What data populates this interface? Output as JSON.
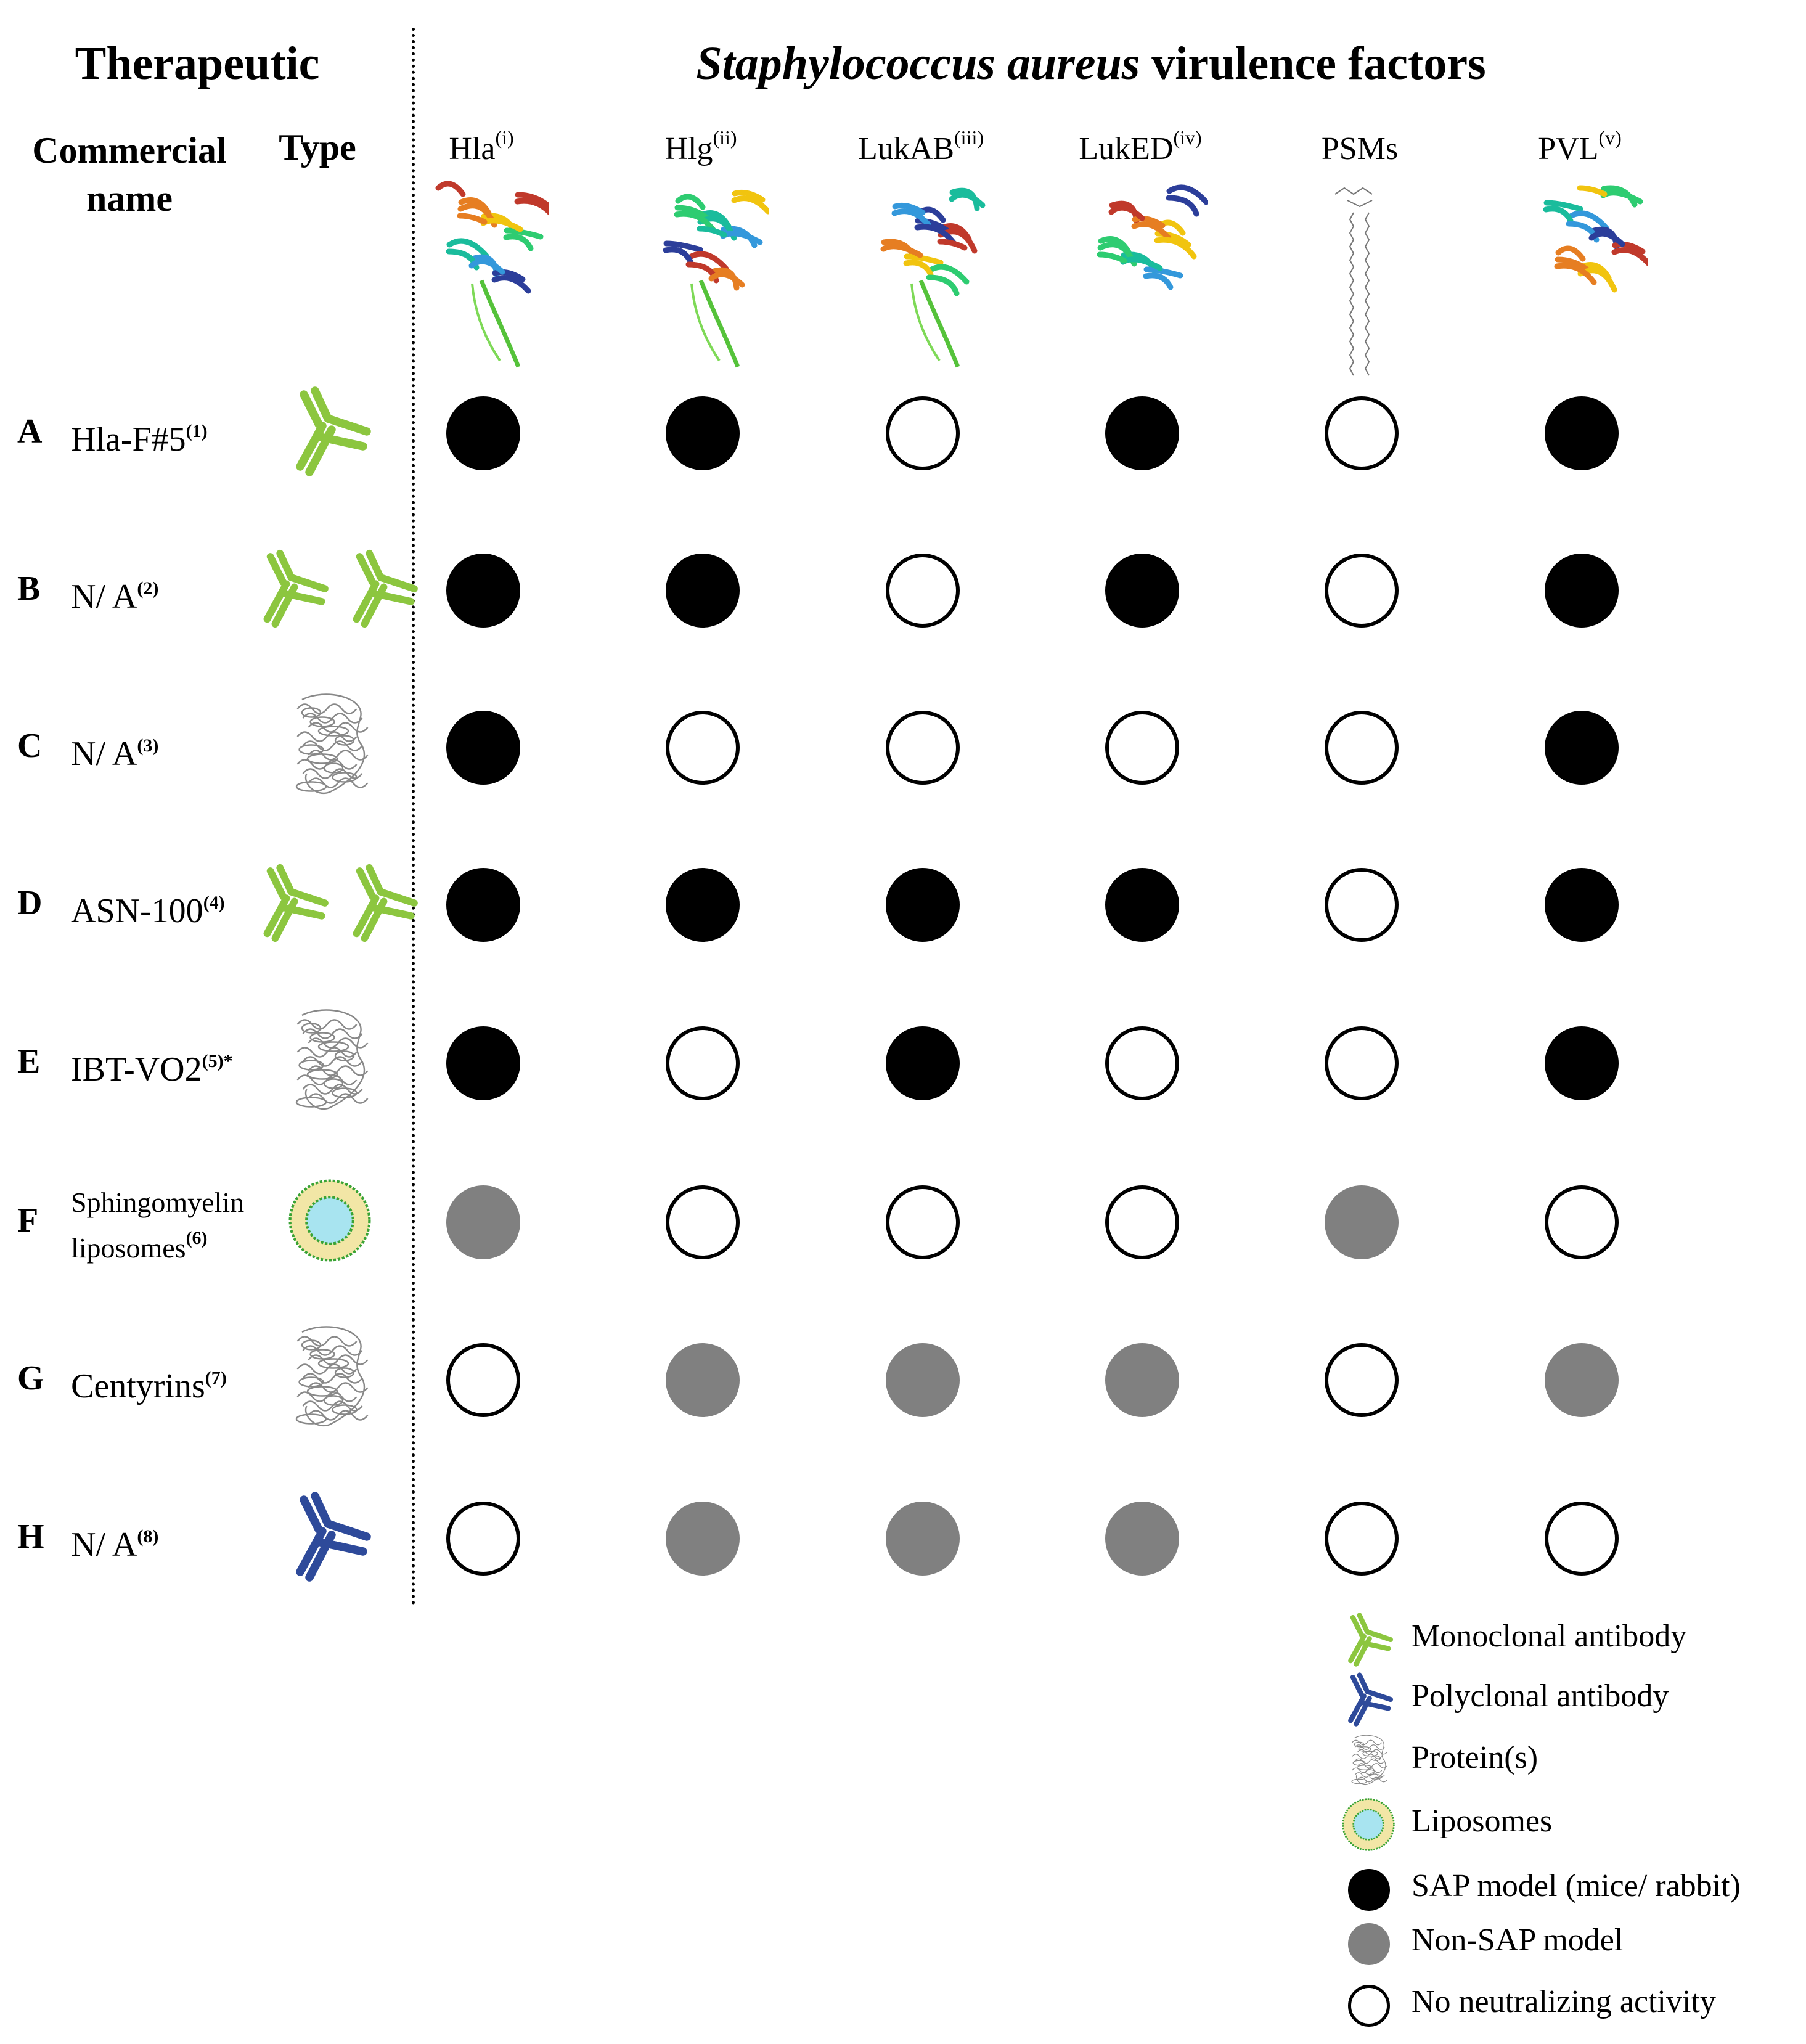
{
  "header": {
    "therapeutic": "Therapeutic",
    "virulence_italic": "Staphylococcus aureus",
    "virulence_rest": " virulence factors",
    "commercial_name": "Commercial name",
    "type": "Type"
  },
  "factors": [
    {
      "name": "Hla",
      "ref": "(i)"
    },
    {
      "name": "Hlg",
      "ref": "(ii)"
    },
    {
      "name": "LukAB",
      "ref": "(iii)"
    },
    {
      "name": "LukED",
      "ref": "(iv)"
    },
    {
      "name": "PSMs",
      "ref": ""
    },
    {
      "name": "PVL",
      "ref": "(v)"
    }
  ],
  "rows": [
    {
      "letter": "A",
      "name": "Hla-F#5",
      "ref": "(1)",
      "type": "monoclonal",
      "icon_count": 1,
      "activity": [
        "sap",
        "sap",
        "none",
        "sap",
        "none",
        "sap"
      ]
    },
    {
      "letter": "B",
      "name": "N/ A",
      "ref": "(2)",
      "type": "monoclonal",
      "icon_count": 2,
      "activity": [
        "sap",
        "sap",
        "none",
        "sap",
        "none",
        "sap"
      ]
    },
    {
      "letter": "C",
      "name": "N/ A",
      "ref": "(3)",
      "type": "protein",
      "icon_count": 1,
      "activity": [
        "sap",
        "none",
        "none",
        "none",
        "none",
        "sap"
      ]
    },
    {
      "letter": "D",
      "name": "ASN-100",
      "ref": "(4)",
      "type": "monoclonal",
      "icon_count": 2,
      "activity": [
        "sap",
        "sap",
        "sap",
        "sap",
        "none",
        "sap"
      ]
    },
    {
      "letter": "E",
      "name": "IBT-VO2",
      "ref": "(5)*",
      "type": "protein",
      "icon_count": 1,
      "activity": [
        "sap",
        "none",
        "sap",
        "none",
        "none",
        "sap"
      ]
    },
    {
      "letter": "F",
      "name_line1": "Sphingomyelin",
      "name_line2": "liposomes",
      "ref": "(6)",
      "type": "liposome",
      "icon_count": 1,
      "activity": [
        "nonsap",
        "none",
        "none",
        "none",
        "nonsap",
        "none"
      ]
    },
    {
      "letter": "G",
      "name": "Centyrins",
      "ref": "(7)",
      "type": "protein",
      "icon_count": 1,
      "activity": [
        "none",
        "nonsap",
        "nonsap",
        "nonsap",
        "none",
        "nonsap"
      ]
    },
    {
      "letter": "H",
      "name": "N/ A",
      "ref": "(8)",
      "type": "polyclonal",
      "icon_count": 1,
      "activity": [
        "none",
        "nonsap",
        "nonsap",
        "nonsap",
        "none",
        "none"
      ]
    }
  ],
  "legend": [
    {
      "icon": "monoclonal-antibody-icon",
      "label": "Monoclonal antibody"
    },
    {
      "icon": "polyclonal-antibody-icon",
      "label": "Polyclonal antibody"
    },
    {
      "icon": "protein-icon",
      "label": "Protein(s)"
    },
    {
      "icon": "liposome-icon",
      "label": "Liposomes"
    },
    {
      "icon": "sap-dot",
      "label": "SAP model (mice/ rabbit)"
    },
    {
      "icon": "nonsap-dot",
      "label": "Non-SAP model"
    },
    {
      "icon": "none-dot",
      "label": "No neutralizing activity"
    }
  ],
  "colors": {
    "monoclonal": "#8cc63f",
    "polyclonal": "#2e4a9a",
    "sap": "#000000",
    "nonsap": "#808080",
    "liposome_core": "#a8e4f0",
    "liposome_shell": "#f2e6a6",
    "liposome_edge": "#3aa335"
  }
}
